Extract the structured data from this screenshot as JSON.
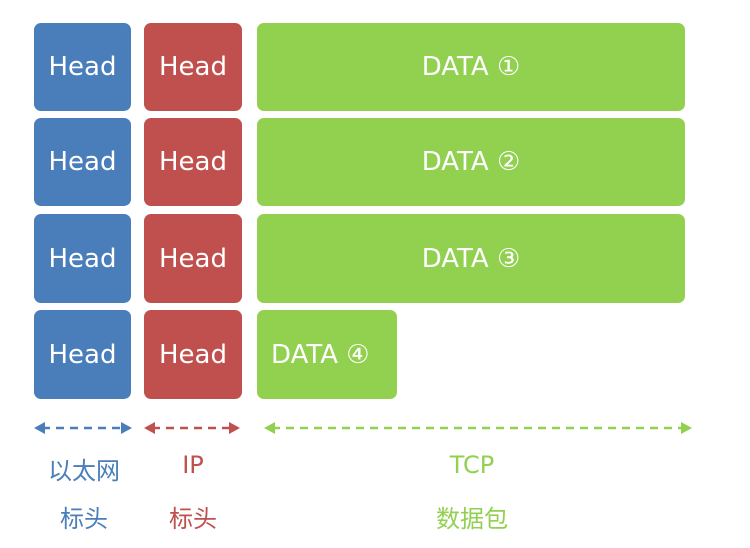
{
  "colors": {
    "ethernet": "#4a7ebb",
    "ip": "#c0504d",
    "tcp": "#92d050"
  },
  "rows": [
    {
      "eth_head": "Head",
      "ip_head": "Head",
      "data": "DATA ①"
    },
    {
      "eth_head": "Head",
      "ip_head": "Head",
      "data": "DATA ②"
    },
    {
      "eth_head": "Head",
      "ip_head": "Head",
      "data": "DATA ③"
    },
    {
      "eth_head": "Head",
      "ip_head": "Head",
      "data": "DATA ④"
    }
  ],
  "labels": {
    "ethernet": {
      "line1": "以太网",
      "line2": "标头"
    },
    "ip": {
      "line1": "IP",
      "line2": "标头"
    },
    "tcp": {
      "line1": "TCP",
      "line2": "数据包"
    }
  }
}
